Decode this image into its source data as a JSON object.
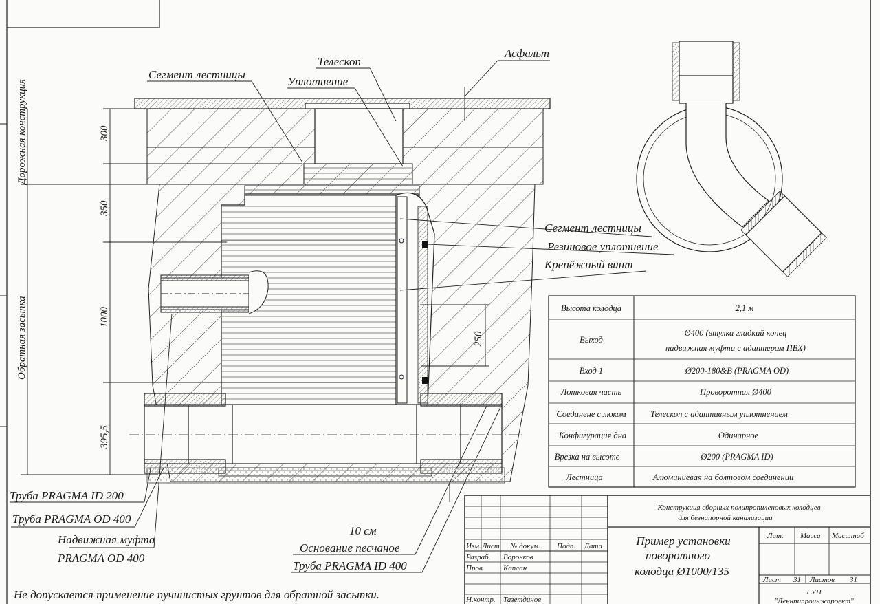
{
  "labels": {
    "asphalt": "Асфальт",
    "telescope": "Телескоп",
    "ladder_segment_top": "Сегмент лестницы",
    "seal": "Уплотнение",
    "ladder_segment_right": "Сегмент лестницы",
    "rubber_seal": "Резиновое уплотнение",
    "fixing_screw": "Крепёжный винт",
    "road_structure": "Дорожная конструкция",
    "backfill": "Обратная засыпка",
    "pipe_id200": "Труба PRAGMA ID 200",
    "pipe_od400": "Труба PRAGMA OD 400",
    "coupling": "Надвижная муфта",
    "coupling_model": "PRAGMA OD 400",
    "base_thickness": "10 см",
    "sand_base": "Основание песчаное",
    "pipe_id400": "Труба PRAGMA ID 400",
    "note": "Не допускается применение пучинистых грунтов для обратной засыпки."
  },
  "dims": {
    "d300": "300",
    "d350": "350",
    "d1000": "1000",
    "d395": "395,5",
    "d250": "250"
  },
  "spec_table": [
    {
      "param": "Высота колодца",
      "value": "2,1 м"
    },
    {
      "param": "Выход",
      "value": "Ø400 (втулка гладкий конец",
      "value2": "надвижная муфта с адаптером ПВХ)"
    },
    {
      "param": "Вход 1",
      "value": "Ø200-180&B (PRAGMA OD)"
    },
    {
      "param": "Лотковая часть",
      "value": "Проворотная  Ø400"
    },
    {
      "param": "Соединене с люком",
      "value": "Телескоп с адаптивным уплотнением"
    },
    {
      "param": "Конфигурация дна",
      "value": "Одинарное"
    },
    {
      "param": "Врезка на высоте",
      "value": "Ø200 (PRAGMA ID)"
    },
    {
      "param": "Лестница",
      "value": "Алюминиевая на болтовом соединении"
    }
  ],
  "title_block": {
    "project": "Конструкция сборных полипропиленовых колодцев",
    "project2": "для безнапорной канализации",
    "title1": "Пример установки",
    "title2": "поворотного",
    "title3": "колодца Ø1000/135",
    "h_izm": "Изм.",
    "h_list": "Лист",
    "h_doc": "№ докум.",
    "h_sign": "Подп.",
    "h_date": "Дата",
    "r_dev": "Разраб.",
    "r_dev_name": "Воронков",
    "r_check": "Пров.",
    "r_check_name": "Каплан",
    "r_nk": "Н.контр.",
    "r_nk_name": "Тазетдинов",
    "lit": "Лит.",
    "mass": "Масса",
    "scale": "Масштаб",
    "sheet_label": "Лист",
    "sheet_no": "31",
    "sheets_label": "Листов",
    "sheets_no": "31",
    "org1": "ГУП",
    "org2": "\"Леннпипроинжпроект\""
  }
}
